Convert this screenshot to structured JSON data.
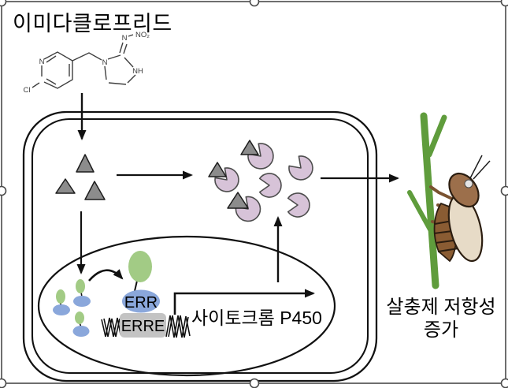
{
  "title": {
    "text": "이미다클로프리드"
  },
  "molecule": {
    "name": "imidacloprid-structure",
    "pyridine_n": "N",
    "cl": "Cl",
    "ring_n": "N",
    "nh": "NH",
    "imine_n": "N",
    "no2": "NO₂"
  },
  "nucleus": {
    "err": "ERR",
    "erre": "ERRE"
  },
  "pathway": {
    "cytochrome": "사이토크롬 P450"
  },
  "outcome": {
    "line1": "살충제 저항성",
    "line2": "증가"
  },
  "colors": {
    "triangle_fill": "#8c8c8c",
    "pacman_fill": "#d7c3d8",
    "green_protein": "#a2cb85",
    "blue_protein": "#8aa7db",
    "erre_box": "#c3c3c3",
    "stem_green": "#5f9c3c",
    "insect_body": "#9c6f4b",
    "insect_wing": "#e7dbc7",
    "line_black": "#111111",
    "handle_stroke": "#4a4a4a"
  }
}
